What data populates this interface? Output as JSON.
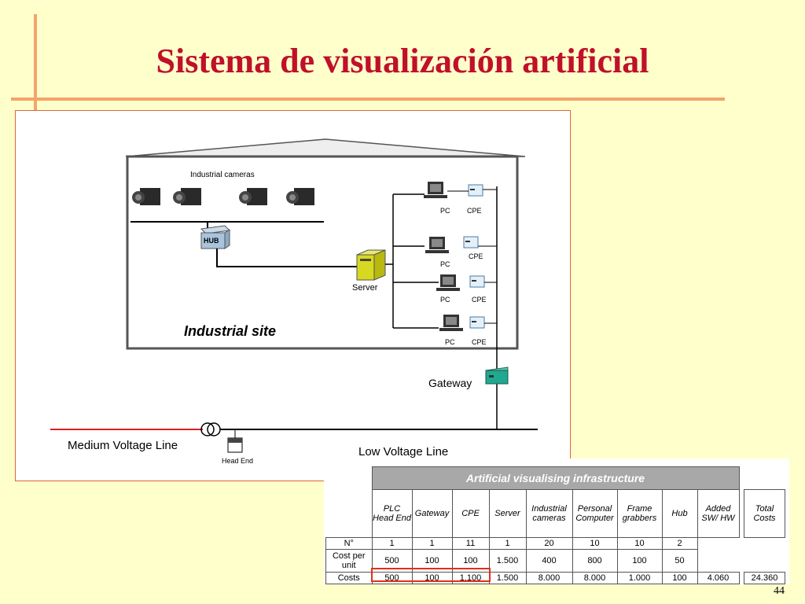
{
  "slide": {
    "title": "Sistema de visualización artificial",
    "page_number": "44"
  },
  "diagram": {
    "cameras_label": "Industrial cameras",
    "hub_label": "HUB",
    "server_label": "Server",
    "site_label": "Industrial site",
    "pc_label": "PC",
    "cpe_label": "CPE",
    "gateway_label": "Gateway",
    "mv_line_label": "Medium Voltage Line",
    "lv_line_label": "Low Voltage Line",
    "head_end_label": "Head End"
  },
  "table": {
    "title": "Artificial visualising infrastructure",
    "columns": [
      "PLC Head End",
      "Gateway",
      "CPE",
      "Server",
      "Industrial cameras",
      "Personal Computer",
      "Frame grabbers",
      "Hub",
      "Added SW/ HW"
    ],
    "total_header": "Total Costs",
    "rows": [
      {
        "label": "N°",
        "values": [
          "1",
          "1",
          "11",
          "1",
          "20",
          "10",
          "10",
          "2",
          ""
        ],
        "total": ""
      },
      {
        "label": "Cost per unit",
        "values": [
          "500",
          "100",
          "100",
          "1.500",
          "400",
          "800",
          "100",
          "50",
          ""
        ],
        "total": ""
      },
      {
        "label": "Costs",
        "values": [
          "500",
          "100",
          "1.100",
          "1.500",
          "8.000",
          "8.000",
          "1.000",
          "100",
          "4.060"
        ],
        "total": "24.360"
      }
    ]
  },
  "colors": {
    "accent_bar": "#f4a46a",
    "title": "#c0102a",
    "background": "#ffffcc",
    "table_header": "#a8a8a8",
    "highlight": "#e0301a"
  }
}
